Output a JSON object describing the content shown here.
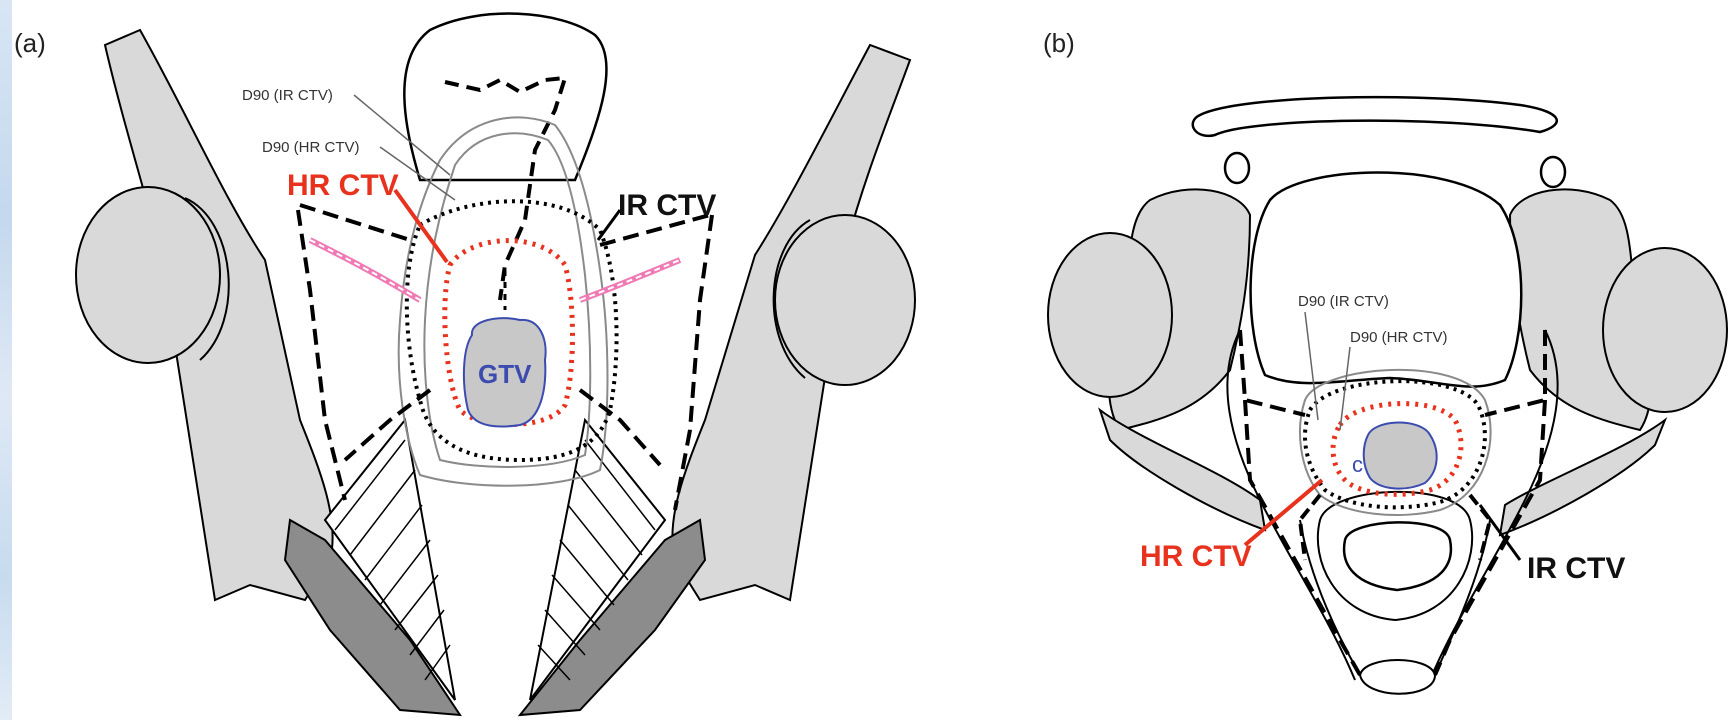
{
  "colors": {
    "red": "#e8321e",
    "blue": "#3b4bb0",
    "pink": "#f07ab4",
    "gray_fill": "#d9d9d9",
    "dark_fill": "#8c8c8c"
  },
  "panel_a": {
    "label": "(a)",
    "d90_ir_ctv": "D90 (IR CTV)",
    "d90_hr_ctv": "D90 (HR CTV)",
    "hr_ctv": "HR CTV",
    "ir_ctv": "IR CTV",
    "gtv": "GTV"
  },
  "panel_b": {
    "label": "(b)",
    "d90_ir_ctv": "D90 (IR CTV)",
    "d90_hr_ctv": "D90 (HR CTV)",
    "hr_ctv": "HR CTV",
    "ir_ctv": "IR CTV"
  }
}
